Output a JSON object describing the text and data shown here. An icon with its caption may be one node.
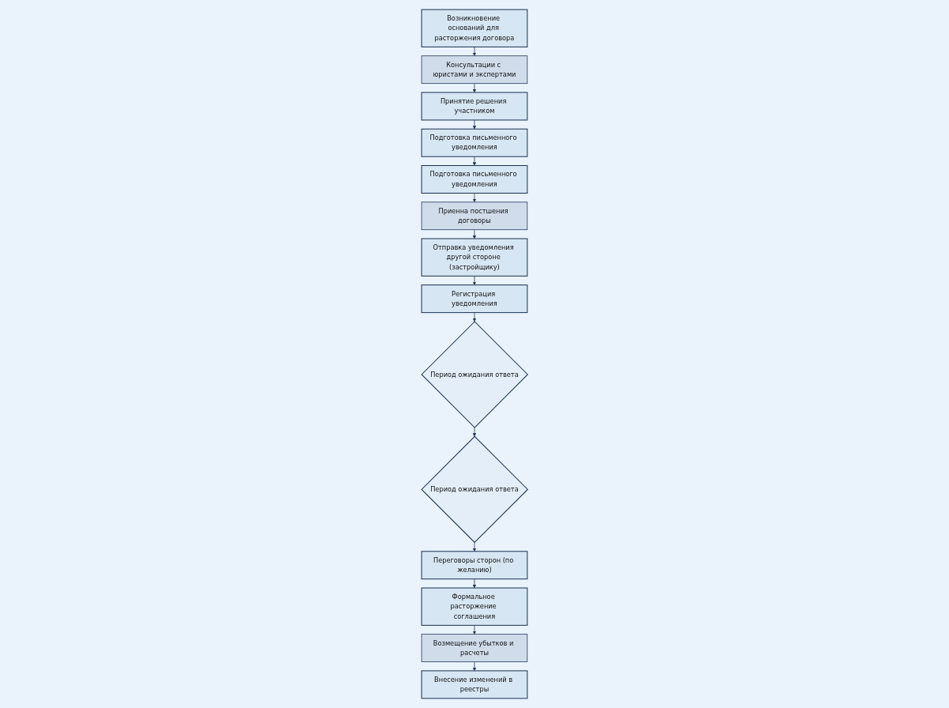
{
  "diagram": {
    "nodes": [
      {
        "text": [
          "Возникновение оснований для расторжения договора"
        ]
      },
      {
        "text": [
          "Консультации с юристами и экспертами"
        ]
      },
      {
        "text": [
          "Принятие решения участником"
        ]
      },
      {
        "text": [
          "Подготовка письменного уведомления"
        ]
      },
      {
        "text": [
          "Подготовка письменного уведомления"
        ]
      },
      {
        "text": [
          "Приенна постшения договоры"
        ]
      },
      {
        "text": [
          "Отправка уведомления другой стороне (застройщику)"
        ]
      },
      {
        "text": [
          "Регистрация уведомления"
        ]
      },
      {
        "text": [
          "Период ожидания ответа"
        ]
      },
      {
        "text": [
          "Период ожидания ответа"
        ]
      },
      {
        "text": [
          "Переговоры сторон (по желанию)"
        ]
      },
      {
        "text": [
          "Формальное расторжение соглашения"
        ]
      },
      {
        "text": [
          "Возмещение убытков и расчеты"
        ]
      },
      {
        "text": [
          "Внесение изменений в реестры"
        ]
      }
    ],
    "edges": [
      {
        "from": 0,
        "to": 1,
        "arrow": "to"
      },
      {
        "from": 1,
        "to": 2,
        "arrow": "to"
      },
      {
        "from": 2,
        "to": 3,
        "arrow": "to"
      },
      {
        "from": 3,
        "to": 4,
        "arrow": "to"
      },
      {
        "from": 4,
        "to": 5,
        "arrow": "to"
      },
      {
        "from": 5,
        "to": 6,
        "arrow": "to"
      },
      {
        "from": 6,
        "to": 7,
        "arrow": "to"
      },
      {
        "from": 7,
        "to": 8,
        "arrow": "to"
      },
      {
        "from": 8,
        "to": 9,
        "arrow": "to"
      },
      {
        "from": 9,
        "to": 10,
        "arrow": "to"
      },
      {
        "from": 10,
        "to": 11,
        "arrow": "to"
      },
      {
        "from": 11,
        "to": 12,
        "arrow": "to"
      },
      {
        "from": 12,
        "to": 13,
        "arrow": "to"
      }
    ]
  }
}
